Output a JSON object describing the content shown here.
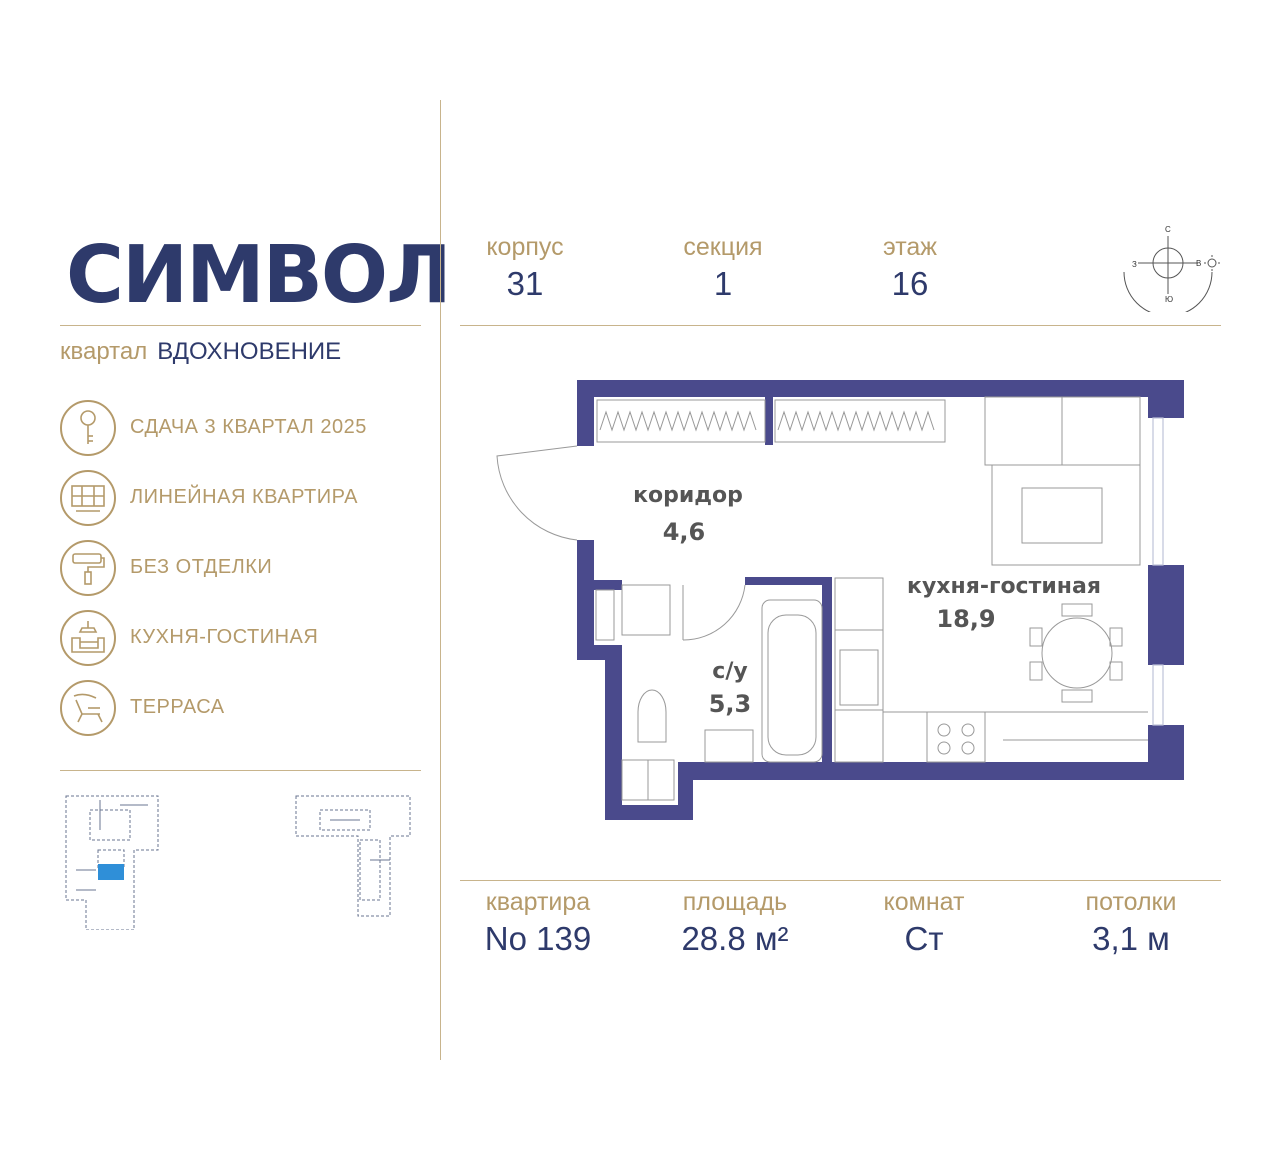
{
  "brand": {
    "logo": "СИМВОЛ",
    "district_prefix": "квартал",
    "district_name": "ВДОХНОВЕНИЕ"
  },
  "features": [
    {
      "icon": "key-icon",
      "label": "СДАЧА 3 КВАРТАЛ 2025"
    },
    {
      "icon": "window-icon",
      "label": "ЛИНЕЙНАЯ КВАРТИРА"
    },
    {
      "icon": "paint-roller-icon",
      "label": "БЕЗ ОТДЕЛКИ"
    },
    {
      "icon": "armchair-lamp-icon",
      "label": "КУХНЯ-ГОСТИНАЯ"
    },
    {
      "icon": "terrace-chair-icon",
      "label": "ТЕРРАСА"
    }
  ],
  "header": {
    "building": {
      "label": "корпус",
      "value": "31"
    },
    "section": {
      "label": "секция",
      "value": "1"
    },
    "floor": {
      "label": "этаж",
      "value": "16"
    }
  },
  "compass": {
    "n": "С",
    "w": "З",
    "e": "В",
    "s": "Ю"
  },
  "plan": {
    "rooms": [
      {
        "name": "коридор",
        "area": "4,6"
      },
      {
        "name": "кухня-гостиная",
        "area": "18,9"
      },
      {
        "name": "с/у",
        "area": "5,3"
      }
    ],
    "colors": {
      "wall": "#4a4a8c",
      "highlight": "#2f8fd8"
    }
  },
  "footer": {
    "apartment": {
      "label": "квартира",
      "value": "No 139"
    },
    "area": {
      "label": "площадь",
      "value": "28.8 м²"
    },
    "rooms": {
      "label": "комнат",
      "value": "Ст"
    },
    "ceiling": {
      "label": "потолки",
      "value": "3,1 м"
    }
  }
}
